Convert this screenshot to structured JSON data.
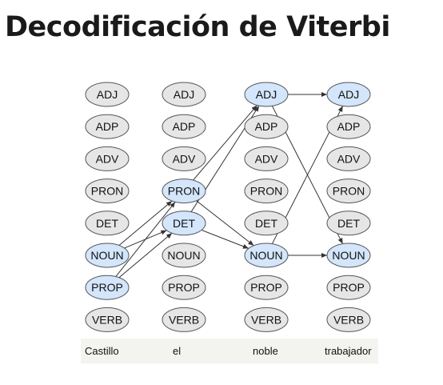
{
  "title": "Decodificación de Viterbi",
  "tags": [
    "ADJ",
    "ADP",
    "ADV",
    "PRON",
    "DET",
    "NOUN",
    "PROP",
    "VERB"
  ],
  "words": [
    "Castillo",
    "el",
    "noble",
    "trabajador"
  ],
  "colors": {
    "node_fill": "#e6e6e6",
    "node_highlight_fill": "#d3e6fb",
    "node_stroke": "#555555",
    "edge": "#333333",
    "word_band": "#f3f4ef"
  },
  "highlighted": [
    {
      "column": 0,
      "tag": "NOUN"
    },
    {
      "column": 0,
      "tag": "PROP"
    },
    {
      "column": 1,
      "tag": "PRON"
    },
    {
      "column": 1,
      "tag": "DET"
    },
    {
      "column": 2,
      "tag": "ADJ"
    },
    {
      "column": 2,
      "tag": "NOUN"
    },
    {
      "column": 3,
      "tag": "ADJ"
    },
    {
      "column": 3,
      "tag": "NOUN"
    }
  ],
  "edges": [
    {
      "from": [
        0,
        "NOUN"
      ],
      "to": [
        1,
        "PRON"
      ]
    },
    {
      "from": [
        0,
        "NOUN"
      ],
      "to": [
        1,
        "DET"
      ]
    },
    {
      "from": [
        0,
        "PROP"
      ],
      "to": [
        1,
        "PRON"
      ]
    },
    {
      "from": [
        0,
        "PROP"
      ],
      "to": [
        1,
        "DET"
      ]
    },
    {
      "from": [
        1,
        "PRON"
      ],
      "to": [
        2,
        "ADJ"
      ]
    },
    {
      "from": [
        1,
        "DET"
      ],
      "to": [
        2,
        "ADJ"
      ]
    },
    {
      "from": [
        1,
        "PRON"
      ],
      "to": [
        2,
        "NOUN"
      ]
    },
    {
      "from": [
        1,
        "DET"
      ],
      "to": [
        2,
        "NOUN"
      ]
    },
    {
      "from": [
        2,
        "ADJ"
      ],
      "to": [
        3,
        "ADJ"
      ]
    },
    {
      "from": [
        2,
        "ADJ"
      ],
      "to": [
        3,
        "NOUN"
      ]
    },
    {
      "from": [
        2,
        "NOUN"
      ],
      "to": [
        3,
        "ADJ"
      ]
    },
    {
      "from": [
        2,
        "NOUN"
      ],
      "to": [
        3,
        "NOUN"
      ]
    }
  ]
}
